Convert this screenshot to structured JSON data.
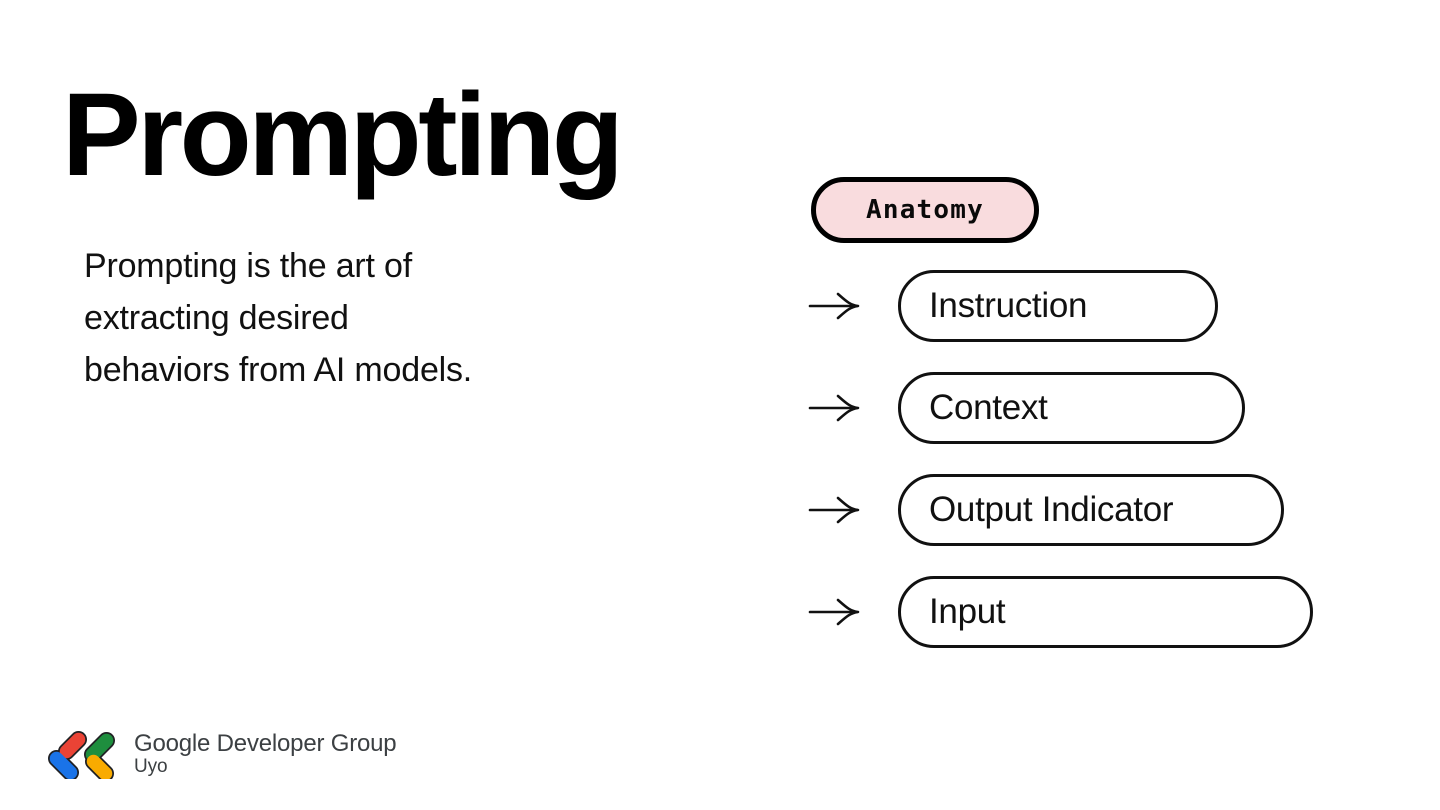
{
  "slide": {
    "background_color": "#FFFFFF",
    "title": "Prompting",
    "body_lines": [
      "Prompting is the art of",
      "extracting desired",
      "behaviors from AI models."
    ]
  },
  "anatomy": {
    "badge_label": "Anatomy",
    "badge_fill_color": "#F9DCDE",
    "badge_border_color": "#000000",
    "arrow_icon": "arrow-right",
    "items": [
      {
        "label": "Instruction"
      },
      {
        "label": "Context"
      },
      {
        "label": "Output Indicator"
      },
      {
        "label": "Input"
      }
    ]
  },
  "footer": {
    "org_name": "Google Developer Group",
    "chapter": "Uyo",
    "text_color": "#3C4043",
    "logo_colors": {
      "red": "#EA4335",
      "blue": "#1A73E8",
      "green": "#1E8E3E",
      "yellow": "#F9AB00"
    }
  }
}
